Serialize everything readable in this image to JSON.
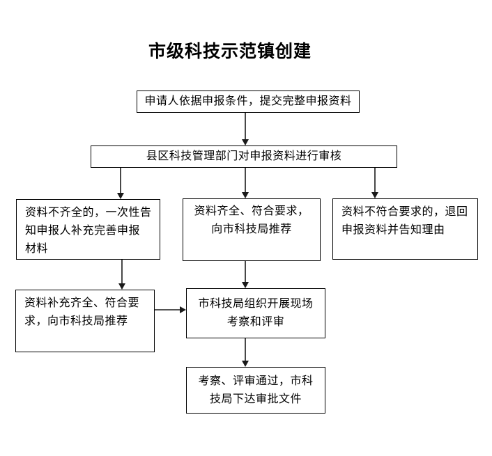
{
  "title": "市级科技示范镇创建",
  "nodes": {
    "submit": {
      "lines": [
        "申请人依据申报条件，提交完整申报资料"
      ]
    },
    "review": {
      "lines": [
        "县区科技管理部门对申报资料进行审核"
      ]
    },
    "incomplete": {
      "lines": [
        "资料不齐全的，一次性告",
        "知申报人补充完善申报",
        "材料"
      ]
    },
    "complete": {
      "lines": [
        "资料齐全、符合要求，",
        "向市科技局推荐"
      ]
    },
    "rejected": {
      "lines": [
        "资料不符合要求的，退回",
        "申报资料并告知理由"
      ]
    },
    "supplemented": {
      "lines": [
        "资料补充齐全、符合要",
        "求，向市科技局推荐"
      ]
    },
    "inspection": {
      "lines": [
        "市科技局组织开展现场",
        "考察和评审"
      ]
    },
    "approval": {
      "lines": [
        "考察、评审通过，市科",
        "技局下达审批文件"
      ]
    }
  },
  "colors": {
    "background": "#ffffff",
    "border": "#000000",
    "text": "#000000",
    "arrow": "#1a1a1a"
  }
}
